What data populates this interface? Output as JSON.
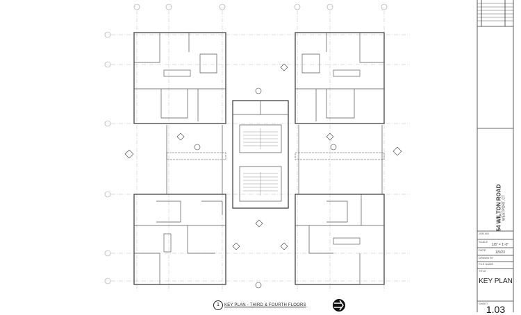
{
  "drawing": {
    "caption_number": "1",
    "caption": "KEY PLAN - THIRD & FOURTH FLOORS",
    "north_arrow_icon": "north-arrow-icon"
  },
  "title_block": {
    "project_name": "54 WILTON ROAD",
    "project_location": "WESTPORT, CT",
    "job_no_label": "JOB NO.",
    "scale_label": "SCALE",
    "scale_value": "1/8\" = 1'-0\"",
    "date_label": "DATE",
    "date_value": "1/5/23",
    "drawn_by_label": "DRAWN BY",
    "file_name_label": "FILE NAME",
    "title_label": "TITLE",
    "sheet_title": "KEY PLAN",
    "sheet_label": "SHEET",
    "sheet_number": "1.03"
  }
}
